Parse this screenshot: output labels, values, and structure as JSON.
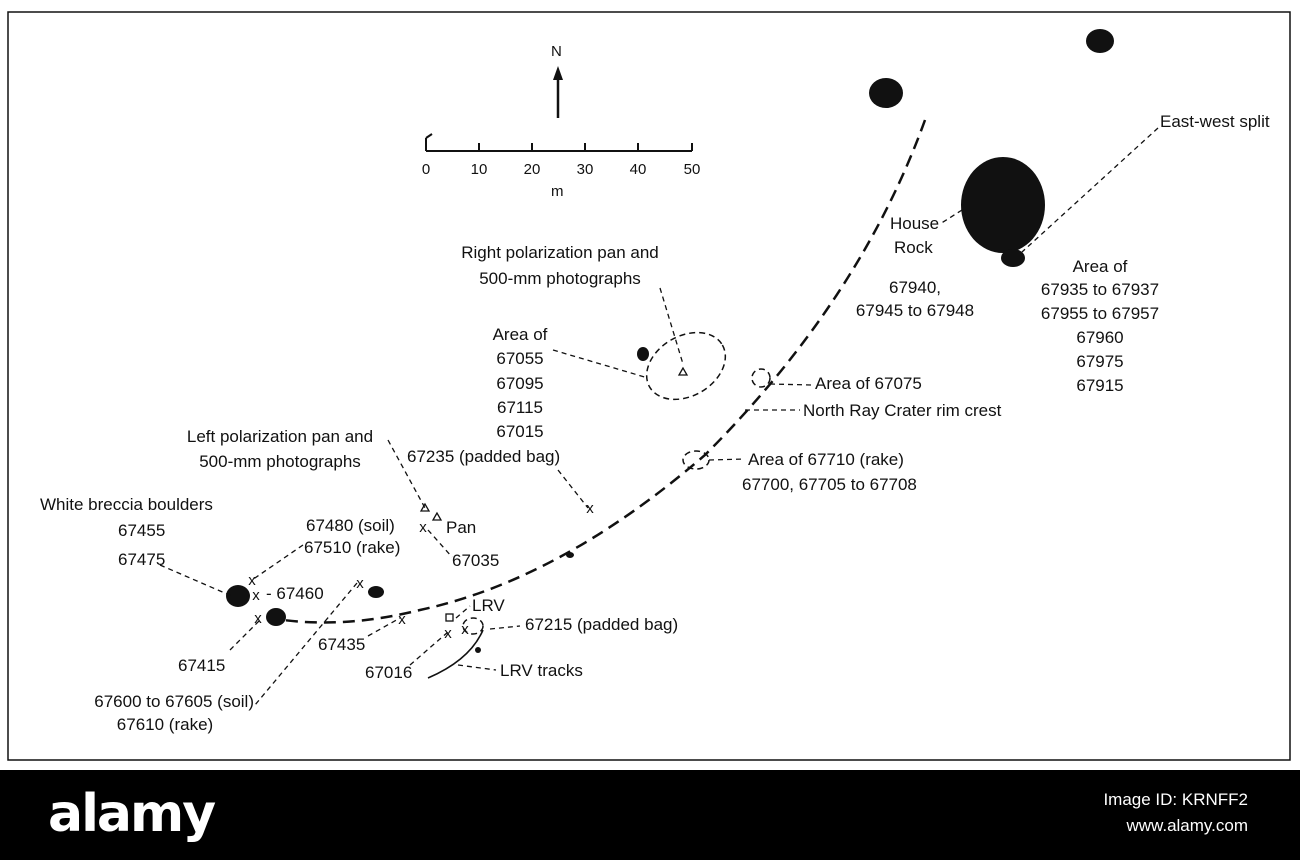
{
  "compass": {
    "north_label": "N"
  },
  "scale_bar": {
    "ticks": [
      "0",
      "10",
      "20",
      "30",
      "40",
      "50"
    ],
    "unit": "m"
  },
  "labels": {
    "east_west_split": "East-west split",
    "house_rock_1": "House",
    "house_rock_2": "Rock",
    "house_rock_samples_1": "67940,",
    "house_rock_samples_2": "67945 to 67948",
    "area_of_east": "Area of",
    "east_samples": [
      "67935 to 67937",
      "67955 to 67957",
      "67960",
      "67975",
      "67915"
    ],
    "right_pan_1": "Right polarization pan and",
    "right_pan_2": "500-mm photographs",
    "area_of_west": "Area of",
    "west_samples": [
      "67055",
      "67095",
      "67115",
      "67015"
    ],
    "padded_bag_235": "67235 (padded bag)",
    "area_67075": "Area of 67075",
    "rim_crest": "North Ray Crater rim crest",
    "area_67710": "Area of 67710 (rake)",
    "samples_67700": "67700, 67705 to 67708",
    "left_pan_1": "Left polarization pan and",
    "left_pan_2": "500-mm photographs",
    "white_breccia": "White breccia boulders",
    "s_67455": "67455",
    "s_67475": "67475",
    "s_67480": "67480 (soil)",
    "s_67510": "67510 (rake)",
    "pan": "Pan",
    "s_67035": "67035",
    "s_67460": "- 67460",
    "s_67415": "67415",
    "s_67435": "67435",
    "lrv": "LRV",
    "s_67215": "67215 (padded bag)",
    "s_67016": "67016",
    "lrv_tracks": "LRV tracks",
    "s_67600": "67600 to 67605 (soil)",
    "s_67610": "67610 (rake)"
  },
  "footer": {
    "brand": "alamy",
    "image_id": "Image ID: KRNFF2",
    "site": "www.alamy.com"
  },
  "colors": {
    "ink": "#111111",
    "background": "#ffffff",
    "footer": "#000000"
  }
}
